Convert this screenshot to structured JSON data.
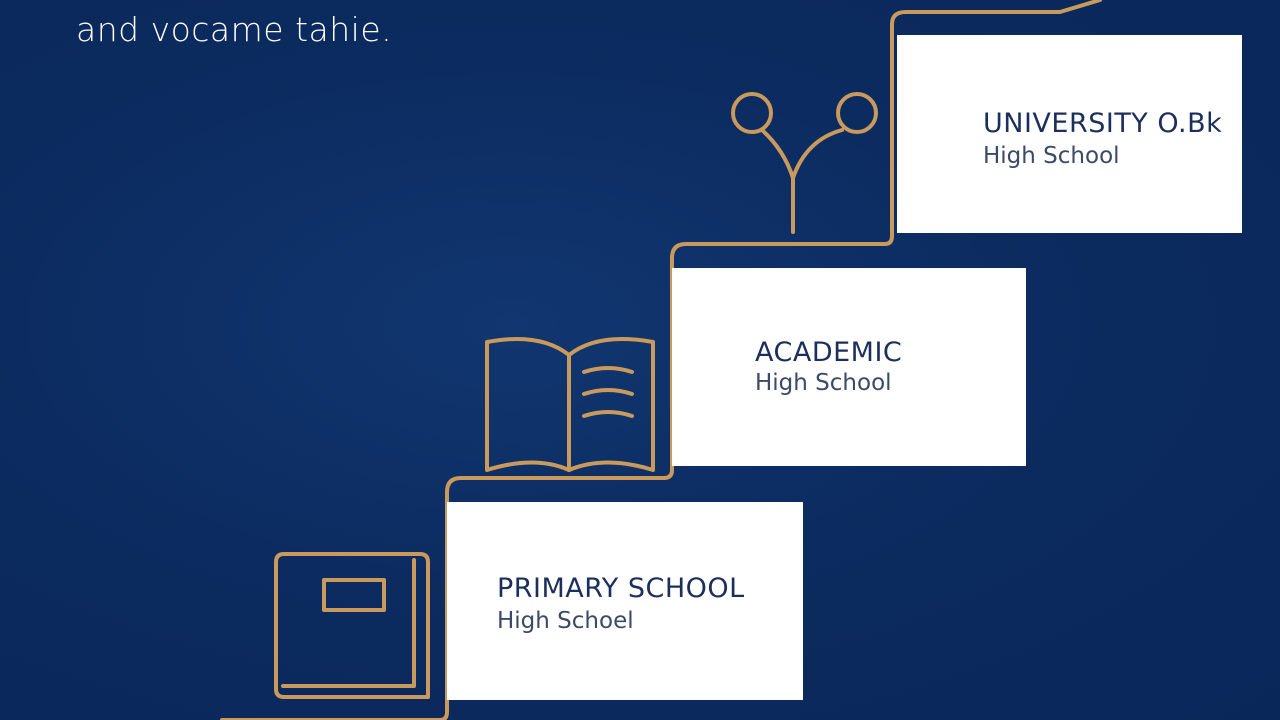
{
  "caption": "and vocame tahie.",
  "steps": [
    {
      "title": "UNIVERSITY O.Bk",
      "subtitle": "High School",
      "icon": "graduation-branch-icon"
    },
    {
      "title": "ACADEMIC",
      "subtitle": "High School",
      "icon": "open-book-icon"
    },
    {
      "title": "PRIMARY SCHOOL",
      "subtitle": "High Schoel",
      "icon": "closed-book-icon"
    }
  ],
  "colors": {
    "background": "#0b2a5e",
    "gold": "#c99a5b",
    "card": "#ffffff",
    "title_text": "#1b2f5c"
  }
}
